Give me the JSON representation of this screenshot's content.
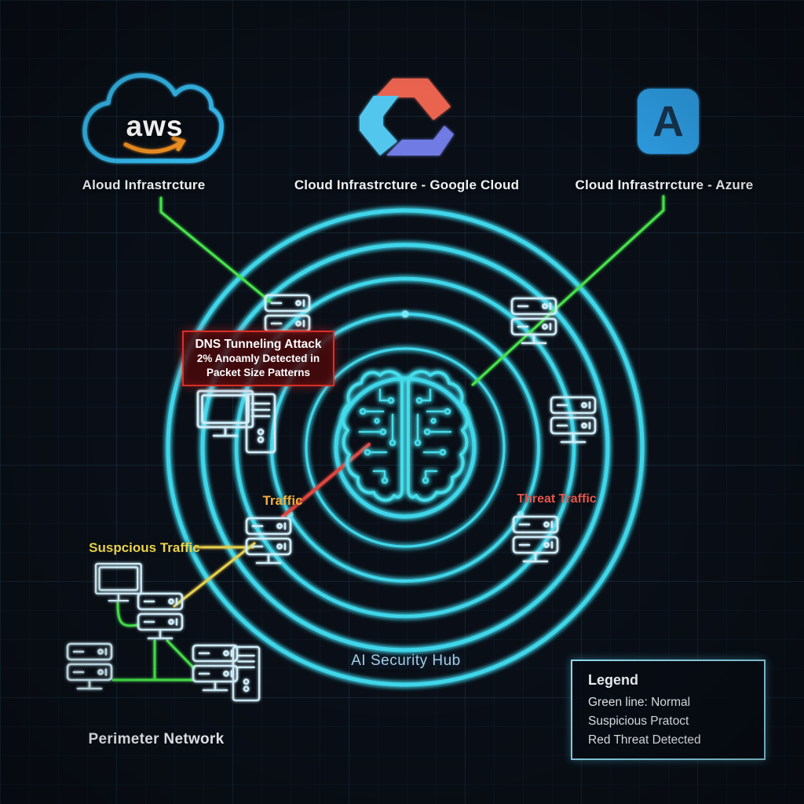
{
  "clouds": {
    "aws": {
      "label": "Aloud Infrastrcture",
      "logo_text": "aws"
    },
    "google": {
      "label": "Cloud Infrastrcture - Google Cloud"
    },
    "azure": {
      "label": "Cloud Infrastrrcture - Azure",
      "logo_letter": "A"
    }
  },
  "alert": {
    "title": "DNS Tunneling Attack",
    "line1": "2% Anoamly Detected in",
    "line2": "Packet Size Patterns"
  },
  "traffic_labels": {
    "traffic": "Traffic",
    "threat": "Threat Traffic",
    "suspicious": "Suspcious Traffic"
  },
  "hub": {
    "label": "AI Security Hub"
  },
  "perimeter": {
    "label": "Perimeter Network"
  },
  "legend": {
    "title": "Legend",
    "items": [
      "Green line: Normal",
      "Suspicious Pratoct",
      "Red Threat Detected"
    ]
  },
  "colors": {
    "cyan_ring": "#3fd6ea",
    "device_stroke": "#cfeef9",
    "green_line": "#46e34c",
    "yellow_line": "#e6cf4b",
    "orange_label": "#efae3d",
    "red_line": "#e0453f",
    "red_label": "#e4554d",
    "alert_border": "#d93025",
    "legend_border": "#8fd8ec",
    "aws_cloud": "#35b9ec",
    "aws_swoosh": "#f19122",
    "azure_blue": "#2e9ee4",
    "google_red": "#e96450",
    "google_lightblue": "#52c6ee",
    "google_violet": "#6f7ce4"
  }
}
